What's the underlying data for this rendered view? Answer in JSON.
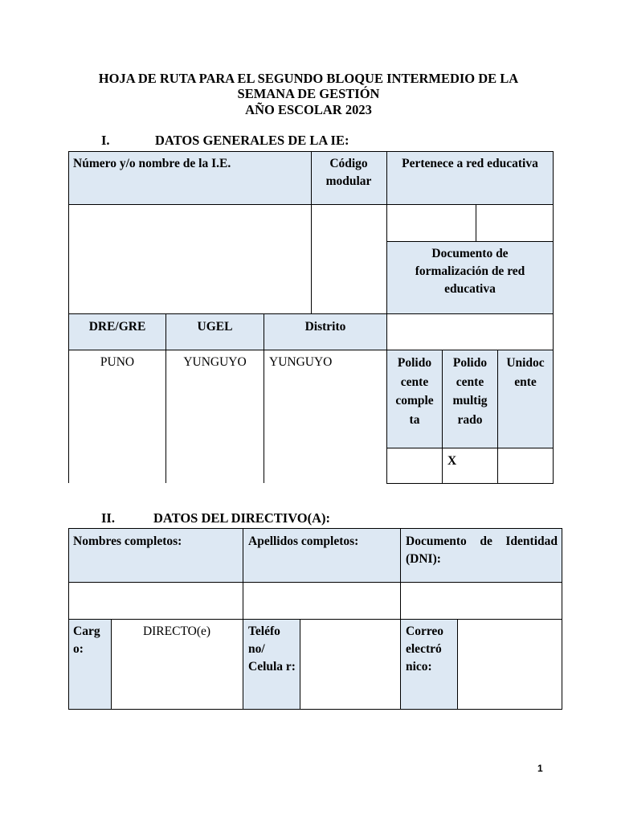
{
  "header": {
    "line1": "HOJA DE RUTA PARA EL SEGUNDO BLOQUE INTERMEDIO DE LA",
    "line2": "SEMANA DE GESTIÓN",
    "line3": "AÑO ESCOLAR 2023"
  },
  "section1": {
    "number": "I.",
    "title": "DATOS GENERALES DE LA IE:",
    "h_nombre": "Número y/o nombre de la I.E.",
    "h_codigo": "Código modular",
    "h_pertenece": "Pertenece a red educativa",
    "h_documento": "Documento de formalización de red educativa",
    "h_dre": "DRE/GRE",
    "h_ugel": "UGEL",
    "h_distrito": "Distrito",
    "v_dre": "PUNO",
    "v_ugel": "YUNGUYO",
    "v_distrito": "YUNGUYO",
    "h_polidocente_completa": "Polido cente comple ta",
    "h_polidocente_multigrado": "Polido cente multig rado",
    "h_unidocente": "Unidoc ente",
    "v_polidocente_completa": "",
    "v_polidocente_multigrado": "X",
    "v_unidocente": ""
  },
  "section2": {
    "number": "II.",
    "title": "DATOS DEL DIRECTIVO(A):",
    "h_nombres": "Nombres completos:",
    "h_apellidos": "Apellidos completos:",
    "h_documento": "Documento de Identidad (DNI):",
    "h_cargo": "Carg o:",
    "v_cargo": "DIRECTO(e)",
    "h_telefono": "Teléfo no/ Celula r:",
    "h_correo": "Correo electró nico:"
  },
  "page_number": "1",
  "colors": {
    "shade": "#dde8f3",
    "line": "#000000"
  }
}
